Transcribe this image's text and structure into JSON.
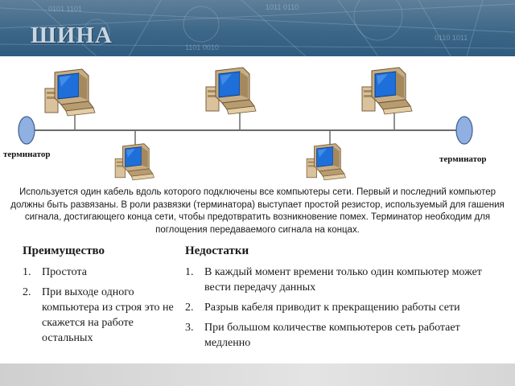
{
  "slide": {
    "title": "ШИНА",
    "terminator_left": "терминатор",
    "terminator_right": "терминатор",
    "description": "Используется один кабель вдоль которого подключены все компьютеры сети. Первый и последний компьютер должны быть развязаны. В роли развязки (терминатора) выступает простой резистор, используемый для гашения сигнала, достигающего конца сети, чтобы предотвратить возникновение помех. Терминатор необходим для поглощения передаваемого сигнала на концах.",
    "advantages": {
      "heading": "Преимущество",
      "items": [
        {
          "num": "1.",
          "text": "Простота"
        },
        {
          "num": "2.",
          "text": "При выходе одного компьютера из строя это не скажется на работе остальных"
        }
      ]
    },
    "disadvantages": {
      "heading": "Недостатки",
      "items": [
        {
          "num": "1.",
          "text": "В каждый момент времени только один компьютер может вести передачу данных"
        },
        {
          "num": "2.",
          "text": "Разрыв кабеля приводит к прекращению работы сети"
        },
        {
          "num": "3.",
          "text": "При большом количестве компьютеров сеть работает медленно"
        }
      ]
    }
  },
  "colors": {
    "banner": "#3d6788",
    "title": "#c9d6e2",
    "terminator": "#8fb0e0",
    "bus_line": "#6b6b6b",
    "screen": "#1e6fd9",
    "case": "#d9c29c"
  }
}
